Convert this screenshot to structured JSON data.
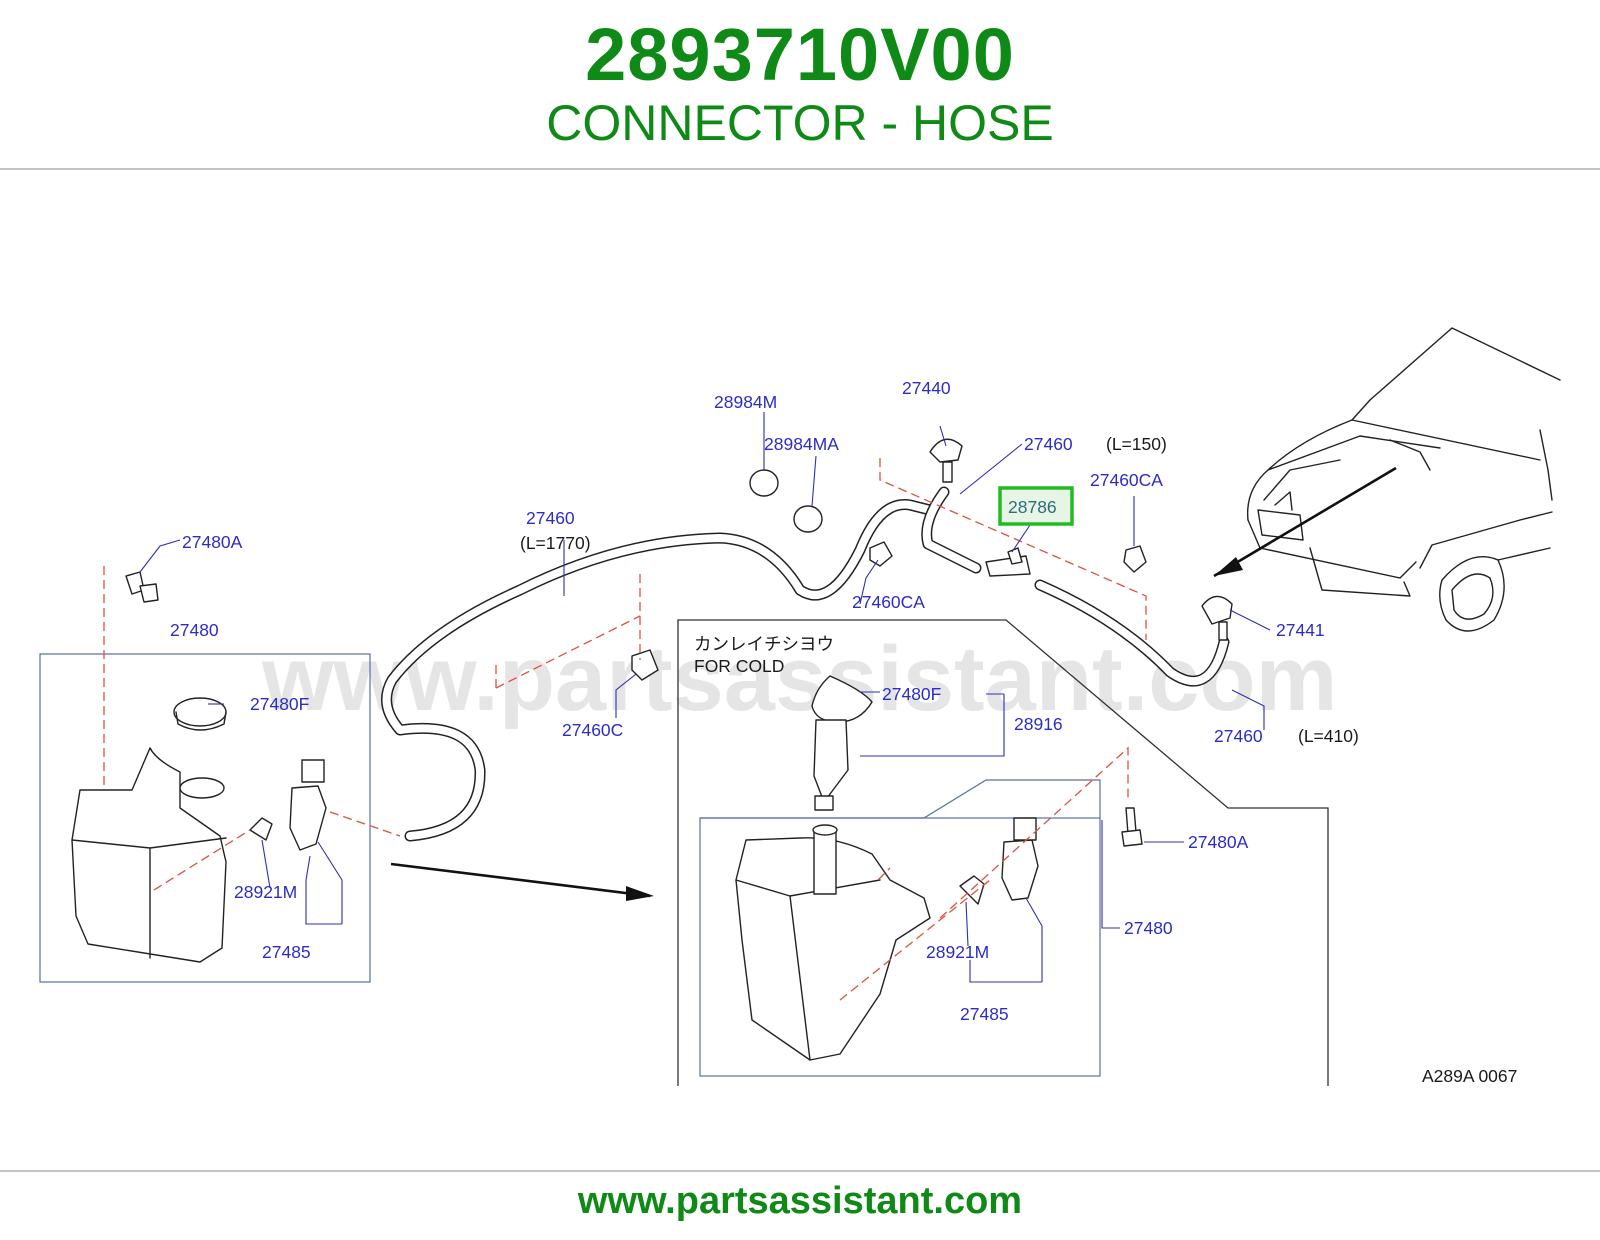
{
  "header": {
    "part_number": "2893710V00",
    "part_name": "CONNECTOR - HOSE"
  },
  "footer": {
    "url": "www.partsassistant.com"
  },
  "diagram": {
    "watermark": "www.partsassistant.com",
    "highlighted_part": "28786",
    "highlight_color": "#22bb22",
    "label_color": "#2c2cc8",
    "leader_dash_color": "#e0503c",
    "inset_caption_jp": "カンレイチシヨウ",
    "inset_caption_en": "FOR  COLD",
    "drawing_code": "A289A   0067",
    "labels": {
      "l28984M": "28984M",
      "l27440": "27440",
      "l28984MA": "28984MA",
      "l27460_top": "27460",
      "l150": "(L=150)",
      "l27460CA_right": "27460CA",
      "l28786": "28786",
      "l27460_mid": "27460",
      "l1770": "(L=1770)",
      "l27480A_left": "27480A",
      "l27460CA_mid": "27460CA",
      "l27480_left": "27480",
      "l27441": "27441",
      "l27480F_left": "27480F",
      "l27460C": "27460C",
      "l27480F_inset": "27480F",
      "l28916": "28916",
      "l27460_right": "27460",
      "l410": "(L=410)",
      "l27480A_right": "27480A",
      "l28921M_left": "28921M",
      "l27485_left": "27485",
      "l27480_right": "27480",
      "l28921M_right": "28921M",
      "l27485_right": "27485"
    }
  }
}
